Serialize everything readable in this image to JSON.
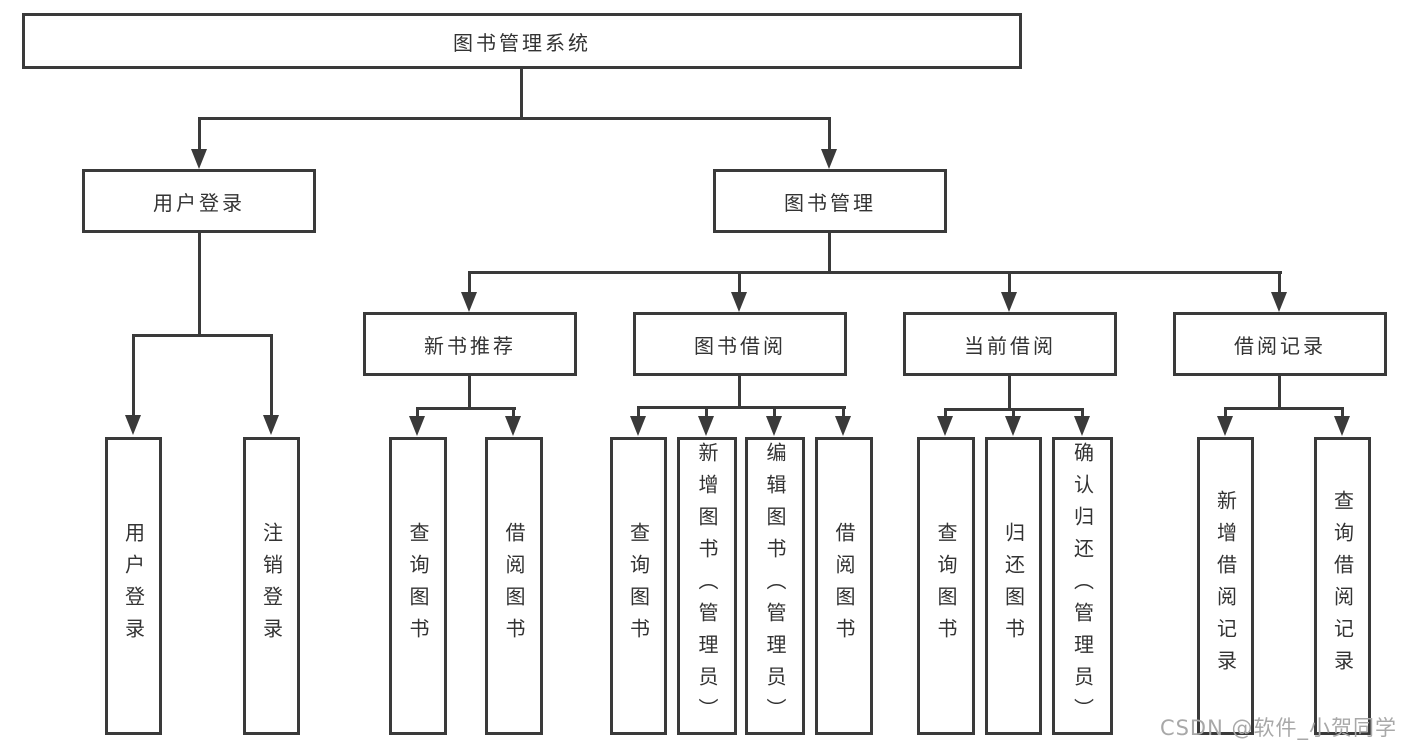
{
  "diagram": {
    "type": "tree",
    "root": {
      "label": "图书管理系统"
    },
    "branches": [
      {
        "label": "用户登录",
        "children": [
          {
            "label": "用户登录"
          },
          {
            "label": "注销登录"
          }
        ]
      },
      {
        "label": "图书管理",
        "children": [
          {
            "label": "新书推荐",
            "children": [
              {
                "label": "查询图书"
              },
              {
                "label": "借阅图书"
              }
            ]
          },
          {
            "label": "图书借阅",
            "children": [
              {
                "label": "查询图书"
              },
              {
                "label": "新增图书（管理员）"
              },
              {
                "label": "编辑图书（管理员）"
              },
              {
                "label": "借阅图书"
              }
            ]
          },
          {
            "label": "当前借阅",
            "children": [
              {
                "label": "查询图书"
              },
              {
                "label": "归还图书"
              },
              {
                "label": "确认归还（管理员）"
              }
            ]
          },
          {
            "label": "借阅记录",
            "children": [
              {
                "label": "新增借阅记录"
              },
              {
                "label": "查询借阅记录"
              }
            ]
          }
        ]
      }
    ]
  },
  "watermark": {
    "text": "CSDN @软件_小贺同学"
  },
  "colors": {
    "box_border": "#3a3a3a",
    "connector": "#3a3a3a",
    "text": "#333333",
    "watermark": "#a8a8a8",
    "background": "#ffffff"
  }
}
